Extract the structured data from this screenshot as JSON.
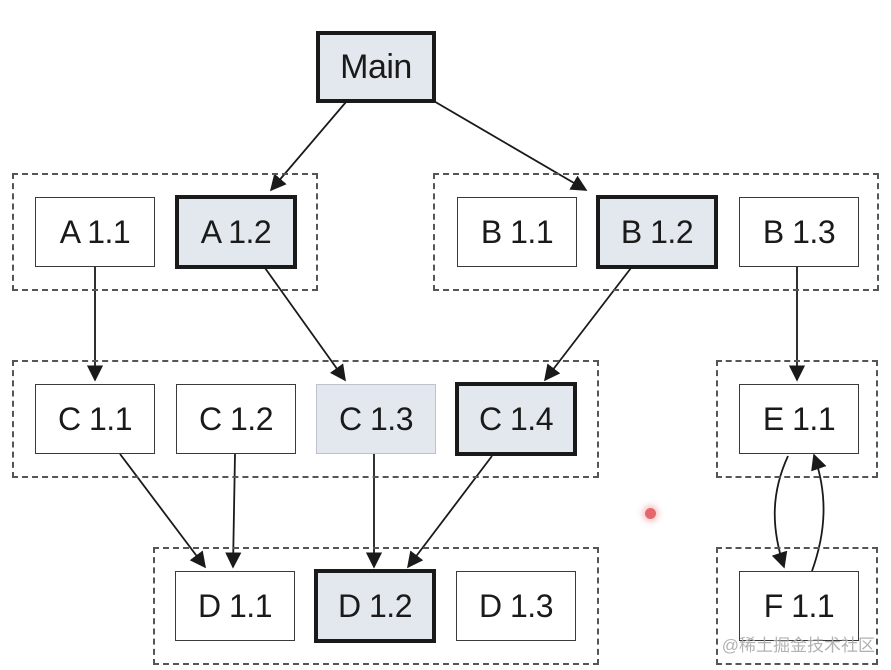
{
  "nodes": {
    "main": "Main",
    "a11": "A 1.1",
    "a12": "A 1.2",
    "b11": "B 1.1",
    "b12": "B 1.2",
    "b13": "B 1.3",
    "c11": "C 1.1",
    "c12": "C 1.2",
    "c13": "C 1.3",
    "c14": "C 1.4",
    "e11": "E 1.1",
    "d11": "D 1.1",
    "d12": "D 1.2",
    "d13": "D 1.3",
    "f11": "F 1.1"
  },
  "watermark": "@稀土掘金技术社区",
  "colors": {
    "selected_fill": "#e3e8ef",
    "line": "#1a1a1a",
    "cursor_dot": "#e4676d"
  }
}
